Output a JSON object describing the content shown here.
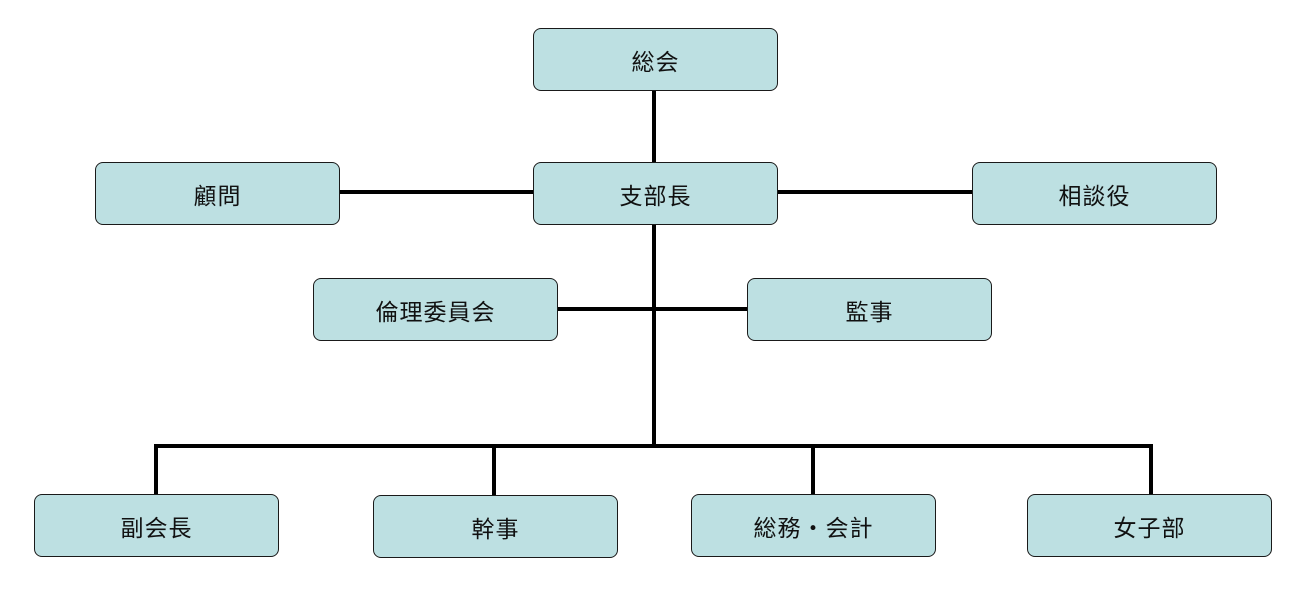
{
  "colors": {
    "box_fill": "#bde0e2",
    "box_border": "#1a1a1a",
    "connector": "#000000"
  },
  "nodes": {
    "general_assembly": "総会",
    "branch_chief": "支部長",
    "advisor": "顧問",
    "consultant": "相談役",
    "ethics_committee": "倫理委員会",
    "auditor": "監事",
    "vice_president": "副会長",
    "secretary": "幹事",
    "general_affairs_accounting": "総務・会計",
    "womens_division": "女子部"
  }
}
